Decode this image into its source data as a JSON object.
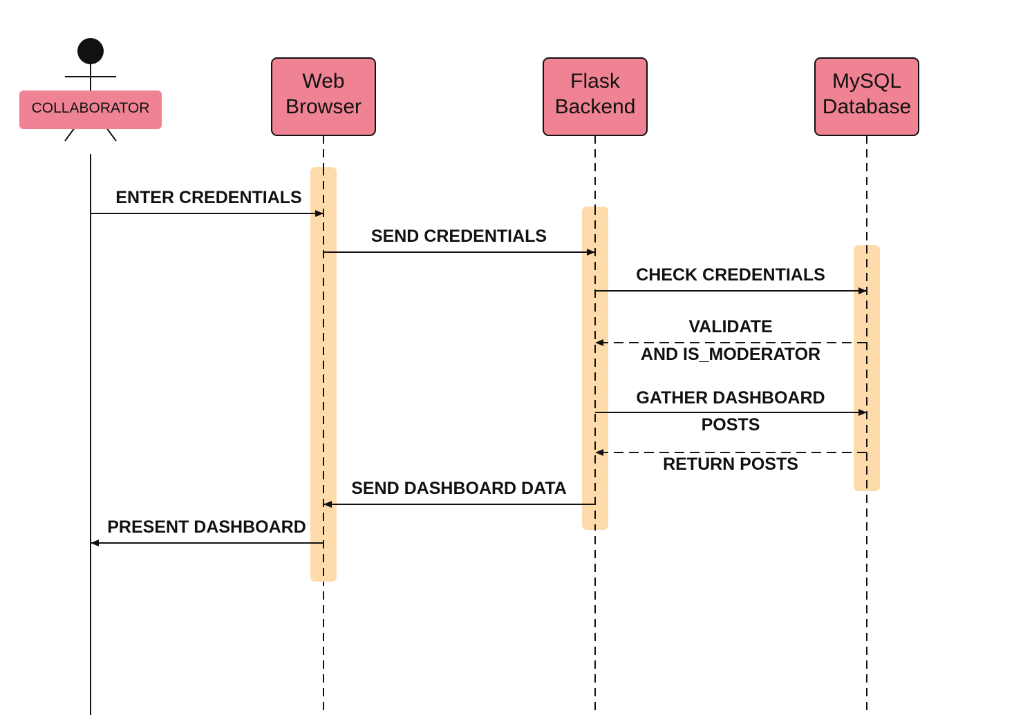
{
  "colors": {
    "participant_fill": "#f08393",
    "participant_stroke": "#111111",
    "activation_fill": "#fddbab",
    "line": "#111111",
    "background": "#ffffff"
  },
  "actor": {
    "icon": "stick-figure-icon",
    "label": "COLLABORATOR"
  },
  "participants": [
    {
      "id": "browser",
      "line1": "Web",
      "line2": "Browser"
    },
    {
      "id": "backend",
      "line1": "Flask",
      "line2": "Backend"
    },
    {
      "id": "database",
      "line1": "MySQL",
      "line2": "Database"
    }
  ],
  "messages": [
    {
      "from": "collaborator",
      "to": "browser",
      "style": "solid",
      "label": "ENTER CREDENTIALS"
    },
    {
      "from": "browser",
      "to": "backend",
      "style": "solid",
      "label": "SEND CREDENTIALS"
    },
    {
      "from": "backend",
      "to": "database",
      "style": "solid",
      "label": "CHECK CREDENTIALS"
    },
    {
      "from": "database",
      "to": "backend",
      "style": "dashed",
      "label_line1": "VALIDATE",
      "label_line2": "AND IS_MODERATOR"
    },
    {
      "from": "backend",
      "to": "database",
      "style": "solid",
      "label_line1": "GATHER DASHBOARD",
      "label_line2": "POSTS"
    },
    {
      "from": "database",
      "to": "backend",
      "style": "dashed",
      "label": "RETURN POSTS"
    },
    {
      "from": "backend",
      "to": "browser",
      "style": "solid",
      "label": "SEND DASHBOARD DATA"
    },
    {
      "from": "browser",
      "to": "collaborator",
      "style": "solid",
      "label": "PRESENT DASHBOARD"
    }
  ]
}
